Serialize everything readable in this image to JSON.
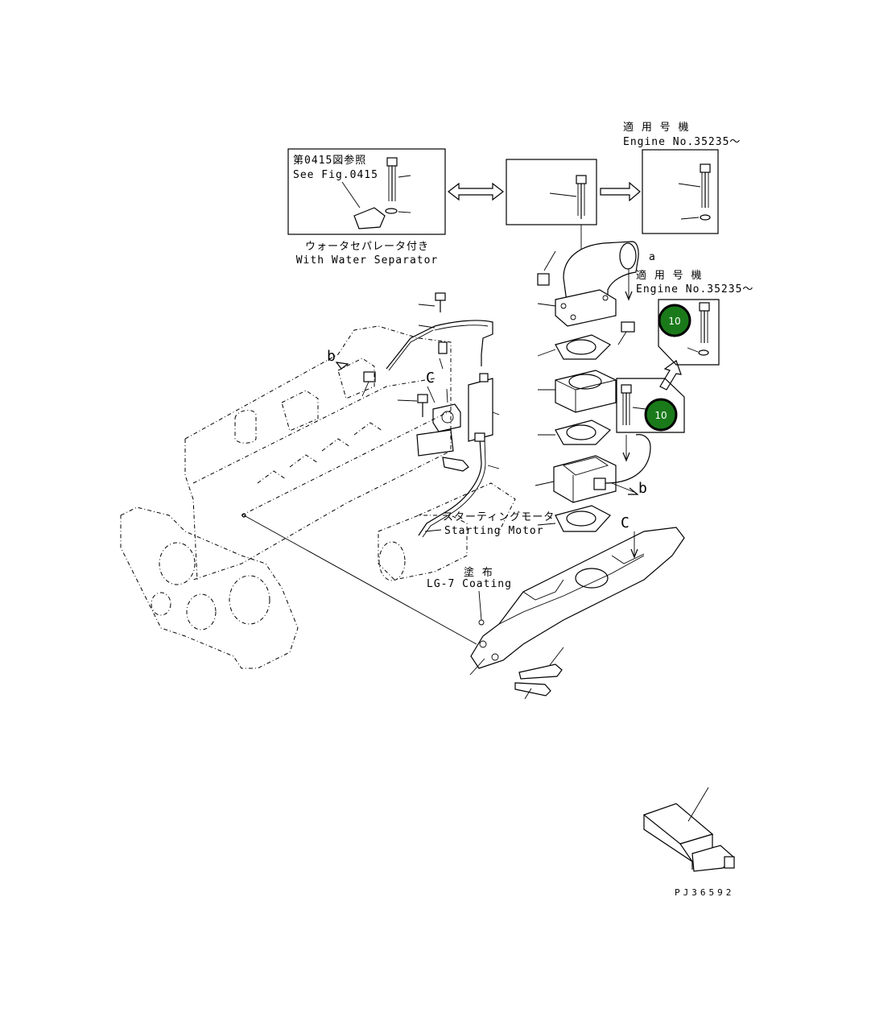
{
  "callouts": {
    "fig_ref_jp": "第0415図参照",
    "fig_ref_en": "See Fig.0415",
    "water_sep_jp": "ウォータセパレータ付き",
    "water_sep_en": "With Water Separator",
    "applicable_jp_1": "適 用 号 機",
    "engine_no_1": "Engine No.35235～",
    "applicable_jp_2": "適 用 号 機",
    "engine_no_2": "Engine No.35235～",
    "starting_motor_jp": "スターティングモータ",
    "starting_motor_en": "Starting Motor",
    "coating_jp": "塗 布",
    "coating_en": "LG-7 Coating",
    "figure_id": "PJ36592"
  },
  "letters": {
    "a": "a",
    "b_left": "b",
    "b_right": "b",
    "c_left": "C",
    "c_right": "C"
  },
  "badges": {
    "upper": "10",
    "lower": "10"
  },
  "colors": {
    "badge_fill": "#1a7a1a",
    "line": "#000000",
    "background": "#ffffff"
  }
}
